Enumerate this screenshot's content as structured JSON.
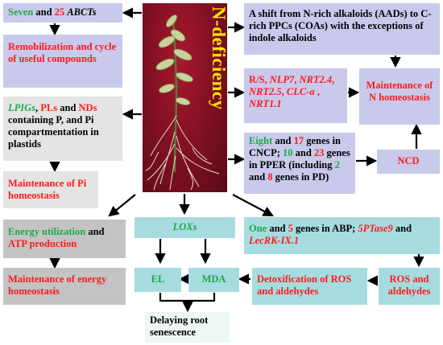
{
  "photo": {
    "title": "N-deficiency"
  },
  "boxes": {
    "abct": {
      "n1": "Seven",
      "and": " and ",
      "n2": "25",
      "genes": "ABCTs"
    },
    "remob": {
      "text": "Remobilization and cycle of useful compounds"
    },
    "lpig": {
      "t1": "LPIGs",
      "t2": ", ",
      "t3": "PLs",
      "t4": " and ",
      "t5": "NDs",
      "t6": " containing P,  and Pi compartmentation in plastids"
    },
    "pi_homeo": {
      "text": "Maintenance of Pi homeostasis"
    },
    "shift": {
      "text": "A shift from N-rich alkaloids (AADs) to C-rich PPCs (COAs) with the exceptions of indole alkaloids"
    },
    "rs": {
      "t1": "R/S",
      "t2": ", ",
      "t3": "NLP7",
      "t4": ", ",
      "t5": "NRT2.4",
      "t6": ", ",
      "t7": "NRT2.5",
      "t8": ", ",
      "t9": "CLC-a",
      "t10": " , ",
      "t11": "NRT1.1"
    },
    "n_homeo": {
      "text": "Maintenance of N homeostasis"
    },
    "cncp": {
      "n1": "Eight",
      "t1": " and ",
      "n2": "17",
      "t2": " genes in CNCP; ",
      "n3": "10",
      "t3": " and ",
      "n4": "23",
      "t4": " genes in PPER (including ",
      "n5": "2",
      "t5": " and ",
      "n6": "8",
      "t6": " genes in PD)"
    },
    "ncd": {
      "text": "NCD"
    },
    "energy": {
      "t1": "Energy utilization",
      "t2": " and ",
      "t3": "ATP production"
    },
    "energy_homeo": {
      "text": "Maintenance of energy homeostasis"
    },
    "lox": {
      "text": "LOXs"
    },
    "el": {
      "text": "EL"
    },
    "mda": {
      "text": "MDA"
    },
    "delay": {
      "text": "Delaying root senescence"
    },
    "abp": {
      "n1": "One",
      "t1": " and ",
      "n2": "5",
      "t2": " genes in ABP; ",
      "t3": "5PTase9",
      "t4": " and ",
      "t5": "LecRK-IX.1"
    },
    "detox": {
      "text": "Detoxification of ROS and aldehydes"
    },
    "ros": {
      "text": "ROS and aldehydes"
    }
  },
  "colors": {
    "green_text": "#1fa84a",
    "red_text": "#ff1a1a",
    "lavender_box": "#c9c9ec",
    "light_gray_box": "#e4e4e4",
    "dark_gray_box": "#c3c3c3",
    "teal_box": "#a6dce0",
    "photo_background": "#8a1226",
    "photo_title": "#ffe400"
  }
}
